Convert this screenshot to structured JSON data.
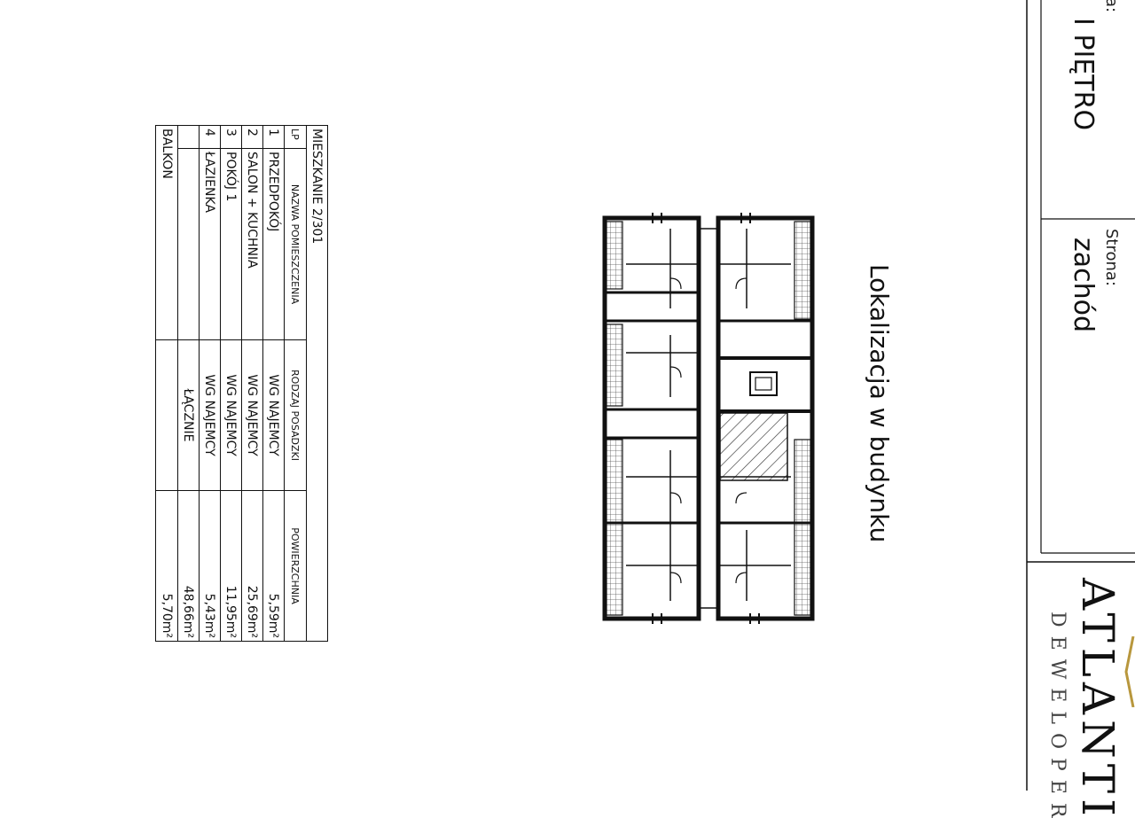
{
  "table": {
    "title": "MIESZKANIE 2/301",
    "headers": {
      "lp": "LP",
      "name": "NAZWA POMIESZCZENIA",
      "floor": "RODZAJ POSADZKI",
      "area": "POWIERZCHNIA"
    },
    "rows": [
      {
        "lp": "1",
        "name": "PRZEDPOKÓJ",
        "floor": "WG NAJEMCY",
        "area": "5,59m²"
      },
      {
        "lp": "2",
        "name": "SALON + KUCHNIA",
        "floor": "WG NAJEMCY",
        "area": "25,69m²"
      },
      {
        "lp": "3",
        "name": "POKÓJ 1",
        "floor": "WG NAJEMCY",
        "area": "11,95m²"
      },
      {
        "lp": "4",
        "name": "ŁAZIENKA",
        "floor": "WG NAJEMCY",
        "area": "5,43m²"
      }
    ],
    "total": {
      "label": "ŁĄCZNIE",
      "area": "48,66m²"
    },
    "balcony": {
      "label": "BALKON",
      "area": "5,70m²"
    }
  },
  "location_caption": "Lokalizacja w budynku",
  "info": {
    "kondygnacja_label": "ja:",
    "kondygnacja_value": "I PIĘTRO",
    "strona_label": "Strona:",
    "strona_value": "zachód"
  },
  "brand": {
    "name": "ATLANTI",
    "subtitle": "DEWELOPER"
  },
  "colors": {
    "line": "#111111",
    "highlight": "#c9c9c9",
    "gold": "#b8973d"
  }
}
